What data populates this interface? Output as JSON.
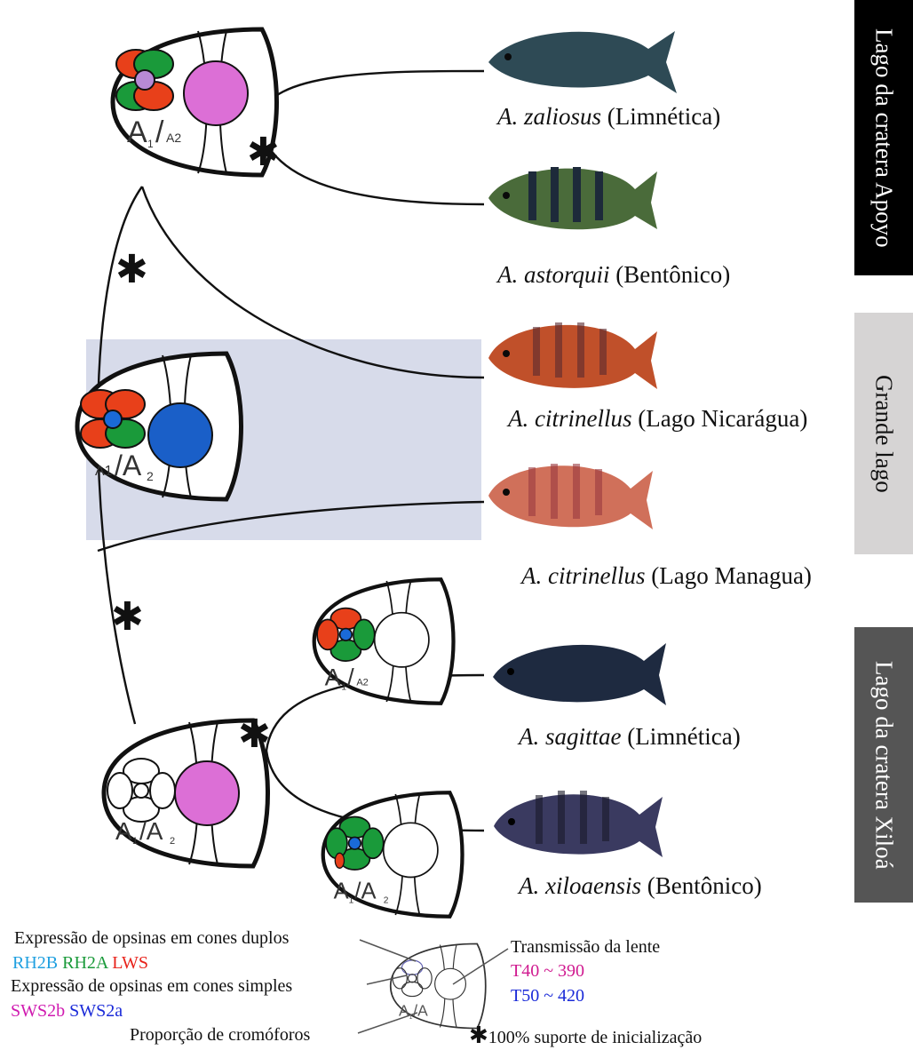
{
  "species": [
    {
      "genus": "A.",
      "epithet": "zaliosus",
      "habitat": "(Limnética)"
    },
    {
      "genus": "A.",
      "epithet": "astorquii",
      "habitat": "(Bentônico)"
    },
    {
      "genus": "A.",
      "epithet": "citrinellus",
      "habitat": "(Lago Nicarágua)"
    },
    {
      "genus": "A.",
      "epithet": "citrinellus",
      "habitat": "(Lago Managua)"
    },
    {
      "genus": "A.",
      "epithet": "sagittae",
      "habitat": "(Limnética)"
    },
    {
      "genus": "A.",
      "epithet": "xiloaensis",
      "habitat": "(Bentônico)"
    }
  ],
  "lake_groups": [
    {
      "label": "Lago da cratera Apoyo",
      "bg": "#000000",
      "fg": "#ffffff"
    },
    {
      "label": "Grande lago",
      "bg": "#d6d4d4",
      "fg": "#111111"
    },
    {
      "label": "Lago da cratera Xiloá",
      "bg": "#555555",
      "fg": "#ffffff"
    }
  ],
  "chromophore_labels": {
    "a1": "A",
    "a1_sub": "1",
    "sep": "/",
    "a2": "A",
    "a2_sub": "2"
  },
  "legend": {
    "double_cones_title": "Expressão de opsinas em cones duplos",
    "double_cones_items": [
      {
        "label": "RH2B",
        "color": "#20a0e0"
      },
      {
        "label": "RH2A",
        "color": "#1a9a3a"
      },
      {
        "label": "LWS",
        "color": "#e8221a"
      }
    ],
    "single_cones_title": "Expressão de opsinas em cones simples",
    "single_cones_items": [
      {
        "label": "SWS2b",
        "color": "#d01ab0"
      },
      {
        "label": "SWS2a",
        "color": "#1a2ad8"
      }
    ],
    "chromophore_title": "Proporção de cromóforos",
    "lens_title": "Transmissão da lente",
    "lens_items": [
      {
        "label": "T40 ~ 390",
        "color": "#d01a90"
      },
      {
        "label": "T50 ~ 420",
        "color": "#1a2ad8"
      }
    ],
    "bootstrap_symbol": "✱",
    "bootstrap_text": "100% suporte de inicialização"
  },
  "support_symbol": "✱",
  "colors": {
    "highlight": "#d7dbea",
    "green": "#1a9a3a",
    "red": "#e8401a",
    "blue": "#1a5fc8",
    "pink": "#dc6fd6",
    "center_blue": "#1a6ad8"
  }
}
